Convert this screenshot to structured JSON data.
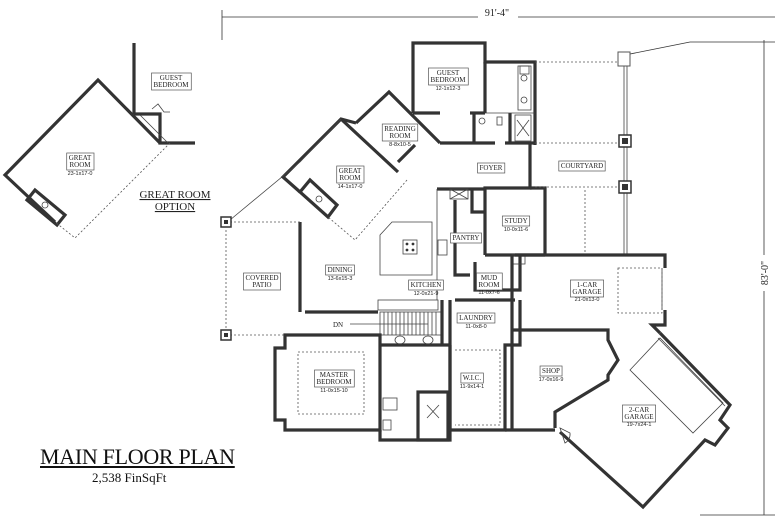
{
  "title": "MAIN FLOOR PLAN",
  "finished_sqft": "2,538 FinSqFt",
  "dimensions": {
    "overall_width": "91'-4\"",
    "overall_depth": "83'-0\""
  },
  "option": {
    "caption_line1": "GREAT ROOM",
    "caption_line2": "OPTION",
    "rooms": [
      {
        "name": [
          "GREAT",
          "ROOM"
        ],
        "size": "23-1x17-0"
      },
      {
        "name": [
          "GUEST",
          "BEDROOM"
        ],
        "size": ""
      }
    ]
  },
  "rooms": {
    "guest_bedroom": {
      "name": [
        "GUEST",
        "BEDROOM"
      ],
      "size": "12-1x12-3"
    },
    "reading_room": {
      "name": [
        "READING",
        "ROOM"
      ],
      "size": "8-8x10-5"
    },
    "great_room": {
      "name": [
        "GREAT",
        "ROOM"
      ],
      "size": "14-1x17-0"
    },
    "foyer": {
      "name": [
        "FOYER"
      ],
      "size": ""
    },
    "courtyard": {
      "name": [
        "COURTYARD"
      ],
      "size": ""
    },
    "study": {
      "name": [
        "STUDY"
      ],
      "size": "10-0x11-6"
    },
    "pantry": {
      "name": [
        "PANTRY"
      ],
      "size": ""
    },
    "covered_patio": {
      "name": [
        "COVERED",
        "PATIO"
      ],
      "size": ""
    },
    "dining": {
      "name": [
        "DINING"
      ],
      "size": "13-6x15-3"
    },
    "kitchen": {
      "name": [
        "KITCHEN"
      ],
      "size": "12-0x21-9"
    },
    "mud_room": {
      "name": [
        "MUD",
        "ROOM"
      ],
      "size": "11-0x7-6"
    },
    "laundry": {
      "name": [
        "LAUNDRY"
      ],
      "size": "11-0x8-0"
    },
    "one_car_garage": {
      "name": [
        "1-CAR",
        "GARAGE"
      ],
      "size": "21-0x13-0"
    },
    "shop": {
      "name": [
        "SHOP"
      ],
      "size": "17-0x16-9"
    },
    "two_car_garage": {
      "name": [
        "2-CAR",
        "GARAGE"
      ],
      "size": "19-7x24-1"
    },
    "master_bedroom": {
      "name": [
        "MASTER",
        "BEDROOM"
      ],
      "size": "11-0x15-10"
    },
    "wic": {
      "name": [
        "W.I.C."
      ],
      "size": "11-9x14-1"
    }
  },
  "stair_label": "DN"
}
